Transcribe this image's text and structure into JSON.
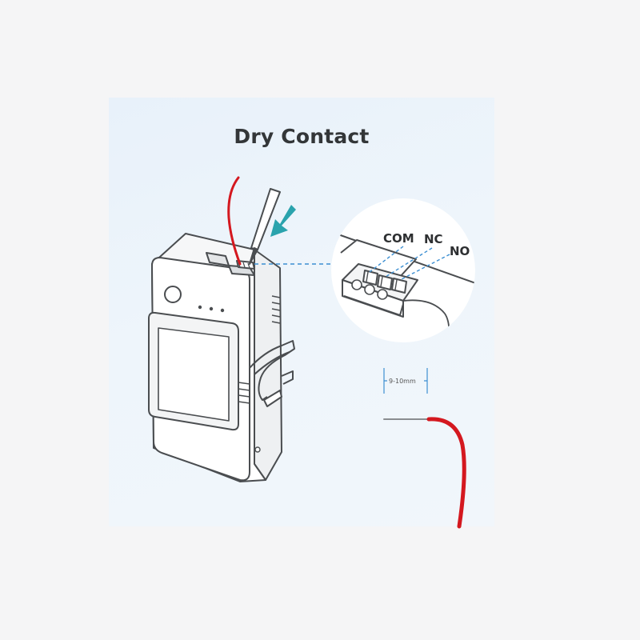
{
  "title": "Dry Contact",
  "terminals": {
    "com": "COM",
    "nc": "NC",
    "no": "NO"
  },
  "strip_length": "9-10mm",
  "colors": {
    "background": "#f5f5f6",
    "panel": "#eaf2fa",
    "wire_red": "#d4181f",
    "arrow_teal": "#2aa3ad",
    "dashed_blue": "#3c8fd2",
    "outline": "#4a4d50"
  }
}
